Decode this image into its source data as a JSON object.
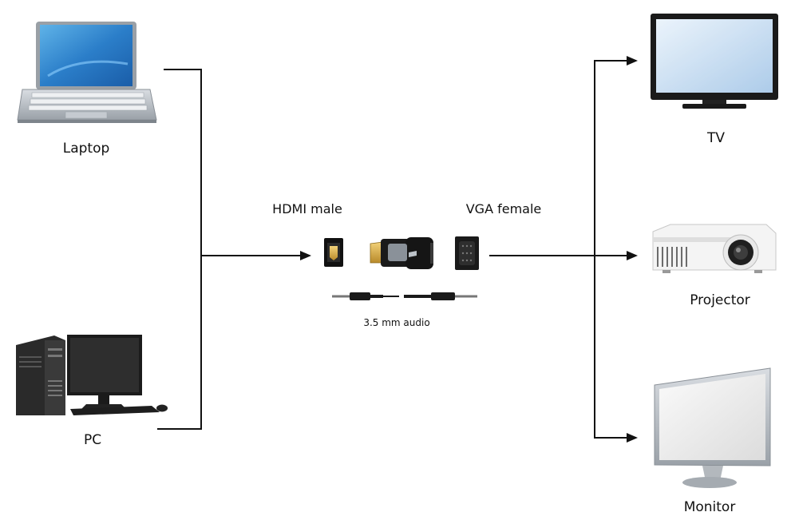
{
  "sources": [
    {
      "id": "laptop",
      "label": "Laptop",
      "icon": "laptop-icon"
    },
    {
      "id": "pc",
      "label": "PC",
      "icon": "desktop-pc-icon"
    }
  ],
  "adapter": {
    "hdmi_label": "HDMI male",
    "vga_label": "VGA female",
    "audio_label": "3.5 mm audio",
    "icons": [
      "hdmi-port-icon",
      "hdmi-to-vga-adapter-icon",
      "vga-port-icon",
      "audio-cable-icon"
    ]
  },
  "outputs": [
    {
      "id": "tv",
      "label": "TV",
      "icon": "tv-icon"
    },
    {
      "id": "projector",
      "label": "Projector",
      "icon": "projector-icon"
    },
    {
      "id": "monitor",
      "label": "Monitor",
      "icon": "monitor-icon"
    }
  ]
}
